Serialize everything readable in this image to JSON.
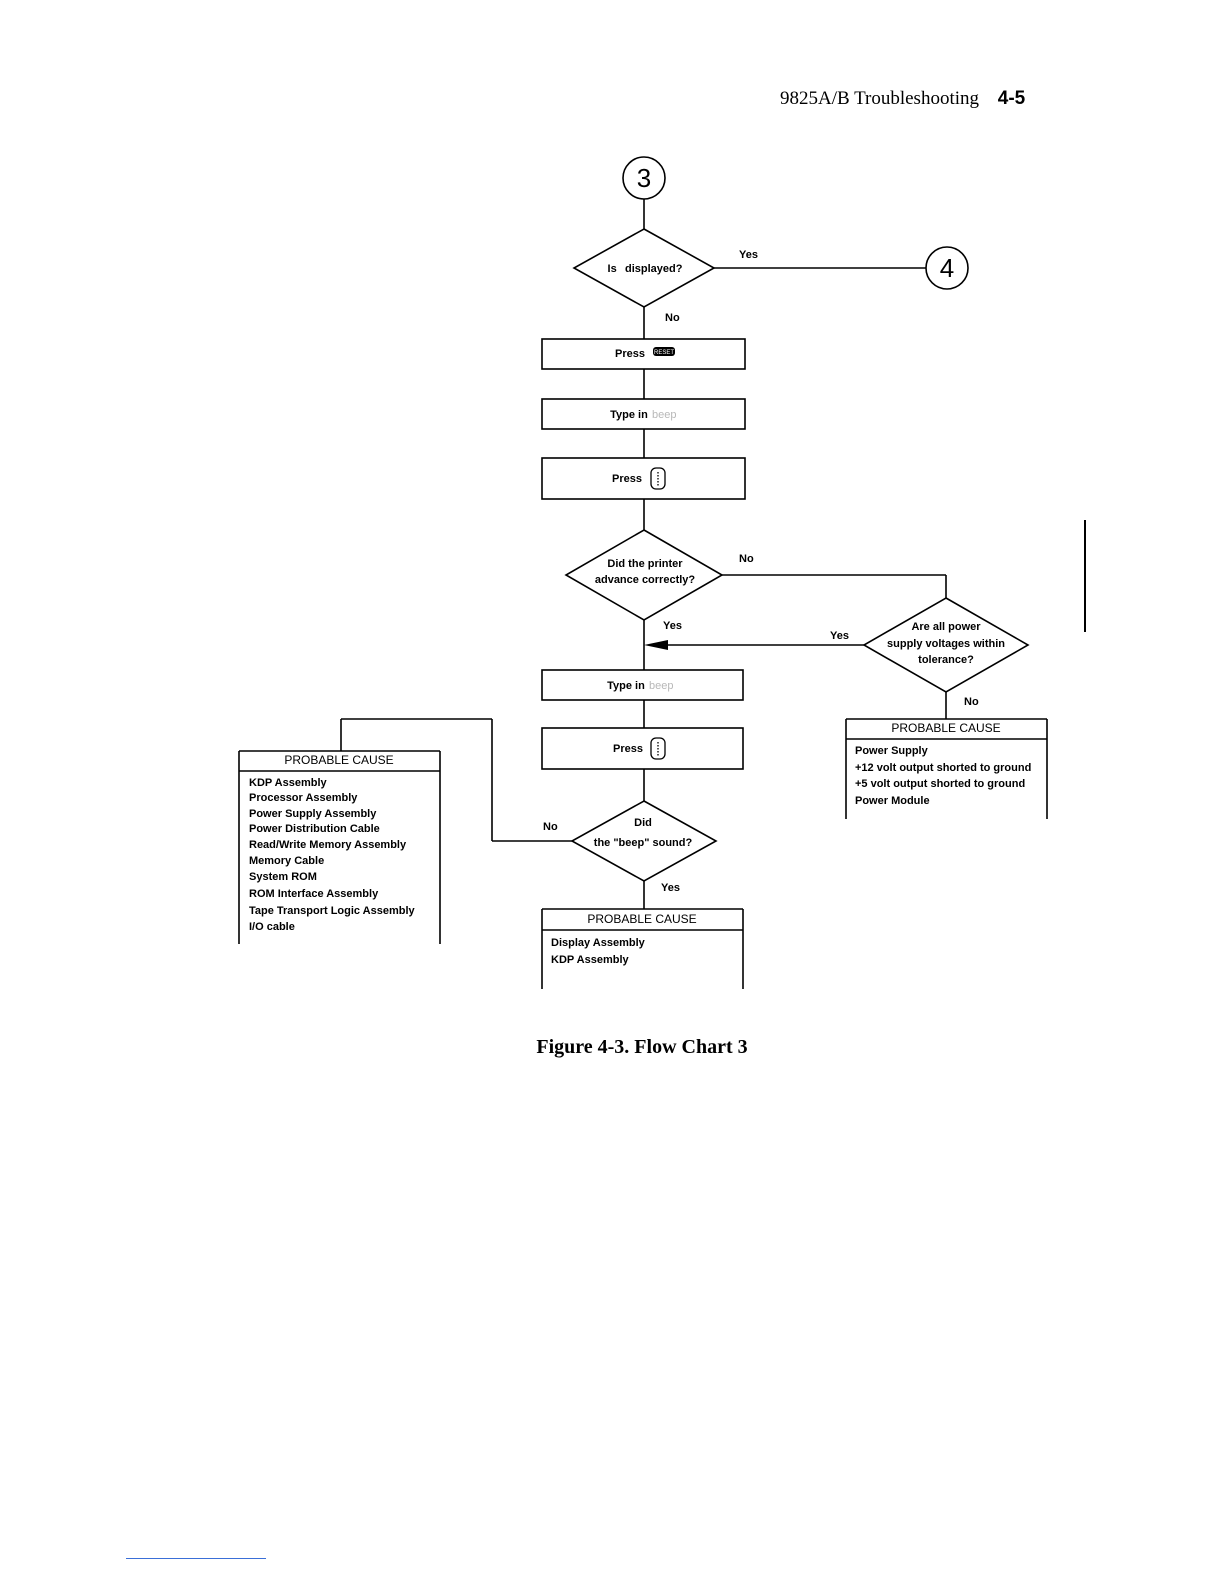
{
  "header": {
    "section": "9825A/B Troubleshooting",
    "page": "4-5"
  },
  "connectors": {
    "entry": "3",
    "exit": "4"
  },
  "nodes": {
    "d1": "Is   displayed?",
    "d1_faint": "·",
    "p1_text": "Press",
    "p1_key": "RESET",
    "p2_text": "Type in",
    "p2_faint": "beep",
    "p3_text": "Press",
    "d2_line1": "Did the printer",
    "d2_line2": "advance correctly?",
    "d3_line1": "Are all power",
    "d3_line2": "supply voltages within",
    "d3_line3": "tolerance?",
    "p4_text": "Type in",
    "p4_faint": "beep",
    "p5_text": "Press",
    "d4_line1": "Did",
    "d4_line2": "the \"beep\" sound?"
  },
  "edges": {
    "d1_yes": "Yes",
    "d1_no": "No",
    "d2_no": "No",
    "d2_yes": "Yes",
    "d3_yes": "Yes",
    "d3_no": "No",
    "d4_no": "No",
    "d4_yes": "Yes"
  },
  "causes": {
    "left": {
      "title": "PROBABLE CAUSE",
      "items": [
        "KDP Assembly",
        "Processor Assembly",
        "Power Supply Assembly",
        "Power Distribution Cable",
        "Read/Write Memory Assembly",
        "Memory Cable",
        "System ROM",
        "ROM Interface Assembly",
        "Tape Transport Logic Assembly",
        "I/O cable"
      ]
    },
    "right": {
      "title": "PROBABLE CAUSE",
      "items": [
        "Power Supply",
        "+12 volt output shorted to ground",
        "+5 volt output shorted to ground",
        "Power Module"
      ]
    },
    "bottom": {
      "title": "PROBABLE CAUSE",
      "items": [
        "Display Assembly",
        "KDP Assembly"
      ]
    }
  },
  "caption": "Figure 4-3. Flow Chart 3"
}
